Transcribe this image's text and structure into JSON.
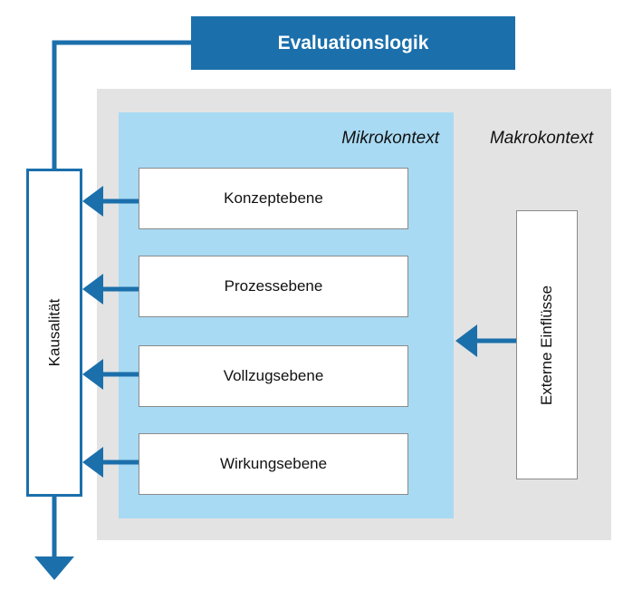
{
  "diagram": {
    "title": "Evaluationslogik",
    "macro_label": "Makrokontext",
    "micro_label": "Mikrokontext",
    "levels": [
      {
        "label": "Konzeptebene"
      },
      {
        "label": "Prozessebene"
      },
      {
        "label": "Vollzugsebene"
      },
      {
        "label": "Wirkungsebene"
      }
    ],
    "causality_label": "Kausalität",
    "external_label": "Externe Einflüsse"
  },
  "colors": {
    "accent_blue": "#1b6fab",
    "micro_background": "#a8daf3",
    "macro_background": "#e3e3e3"
  }
}
